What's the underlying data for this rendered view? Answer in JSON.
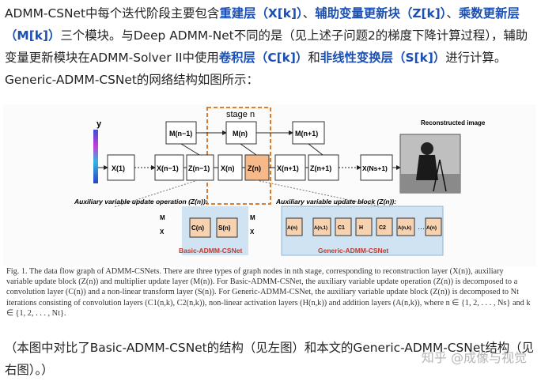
{
  "intro": {
    "p1_a": "ADMM-CSNet中每个迭代阶段主要包含",
    "recon_layer": "重建层",
    "recon_sym": "（X[k]）",
    "sep1": "、",
    "aux_block": "辅助变量更新块",
    "aux_sym": "（Z[k]）",
    "sep2": "、",
    "mult_layer": "乘数更新层",
    "mult_sym": "（M[k]）",
    "p1_b": "三个模块。与Deep ADMM-Net不同的是（见上述子问题2的梯度下降计算过程），辅助变量更新模块在ADMM-Solver II中使用",
    "conv_layer": "卷积层",
    "conv_sym": "（C[k]）",
    "and": "和",
    "nonlin_layer": "非线性变换层",
    "nonlin_sym": "（S[k]）",
    "p1_c": "进行计算。Generic-ADMM-CSNet的网络结构如图所示："
  },
  "figure": {
    "stage_label": "stage n",
    "y_label": "y",
    "reconstructed_label": "Reconstructed image",
    "nodes": {
      "m_prev": "M(n−1)",
      "m_cur": "M(n)",
      "m_next": "M(n+1)",
      "x1": "X(1)",
      "x_prev": "X(n−1)",
      "z_prev": "Z(n−1)",
      "x_cur": "X(n)",
      "z_cur": "Z(n)",
      "x_next": "X(n+1)",
      "z_next": "Z(n+1)",
      "x_last": "X(Ns+1)"
    },
    "aux_op_label": "Auxiliary variable update operation (Z(n)):",
    "aux_block_label": "Auxiliary variable update block (Z(n)):",
    "basic": {
      "name": "Basic-ADMM-CSNet",
      "m_in": "M",
      "x_in": "X",
      "c": "C(n)",
      "s": "S(n)",
      "m_out": "M",
      "x_out": "X"
    },
    "generic": {
      "name": "Generic-ADMM-CSNet",
      "a_first": "A(n)",
      "a1": "A(n,1)",
      "c1": "C1",
      "h": "H",
      "c2": "C2",
      "ak": "A(n,k)",
      "dots": "…",
      "a_last": "A(n)"
    }
  },
  "caption": {
    "text": "Fig. 1. The data flow graph of ADMM-CSNets. There are three types of graph nodes in nth stage, corresponding to reconstruction layer (X(n)), auxiliary variable update block (Z(n)) and multiplier update layer (M(n)). For Basic-ADMM-CSNet, the auxiliary variable update operation (Z(n)) is decomposed to a convolution layer (C(n)) and a non-linear transform layer (S(n)). For Generic-ADMM-CSNet, the auxiliary variable update block (Z(n)) is decomposed to Nt iterations consisting of convolution layers (C1(n,k), C2(n,k)), non-linear activation layers (H(n,k)) and addition layers (A(n,k)), where n ∈ {1, 2, . . . , Ns} and k ∈ {1, 2, . . . , Nt}."
  },
  "note": {
    "text": "（本图中对比了Basic-ADMM-CSNet的结构（见左图）和本文的Generic-ADMM-CSNet结构（见右图）。）"
  },
  "watermark": {
    "text": "知乎 @成像与视觉"
  },
  "colors": {
    "accent_blue": "#1a4fb4",
    "stage_orange": "#e07b28",
    "panel_blue": "#cfe3f3"
  }
}
